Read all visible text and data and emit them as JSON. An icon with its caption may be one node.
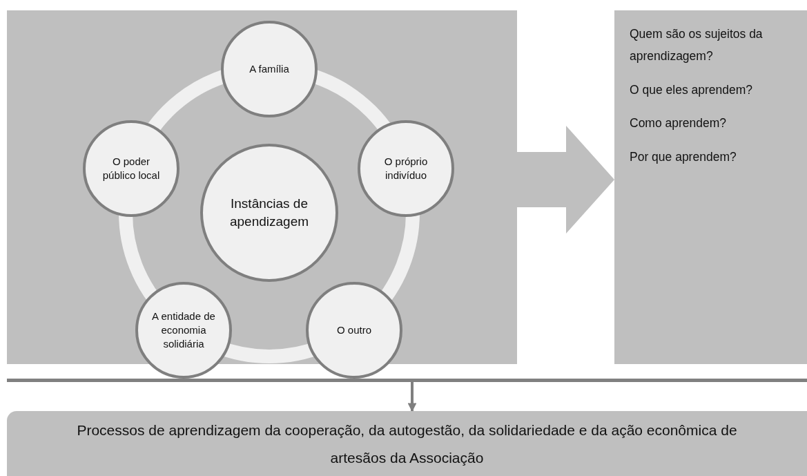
{
  "diagram": {
    "nodes": [
      {
        "text": [],
        "shape": "box"
      },
      {
        "text": [
          "Instâncias de apendizagem"
        ],
        "in": 0
      },
      {
        "text": [
          "A família"
        ],
        "in": 0
      },
      {
        "text": [
          "O próprio indivíduo"
        ],
        "in": 0
      },
      {
        "text": [
          "O outro"
        ],
        "in": 0
      },
      {
        "text": [
          "A entidade de economia solidiária"
        ],
        "in": 0
      },
      {
        "text": [
          "O poder público local"
        ],
        "in": 0
      },
      {
        "text": [
          "Quem são os sujeitos da aprendizagem?",
          "O que eles aprendem?",
          "Como aprendem?",
          "Por que aprendem?"
        ]
      },
      {
        "text": [],
        "shape": "bar"
      },
      {
        "text": [
          "Processos de aprendizagem da cooperação, da autogestão, da solidariedade e da ação econômica de artesãos da Associação"
        ]
      }
    ],
    "edges": [
      {
        "from": 0,
        "to": 7,
        "arrow": "to",
        "style": "thick"
      },
      {
        "from": 8,
        "to": 9,
        "arrow": "to"
      }
    ]
  }
}
